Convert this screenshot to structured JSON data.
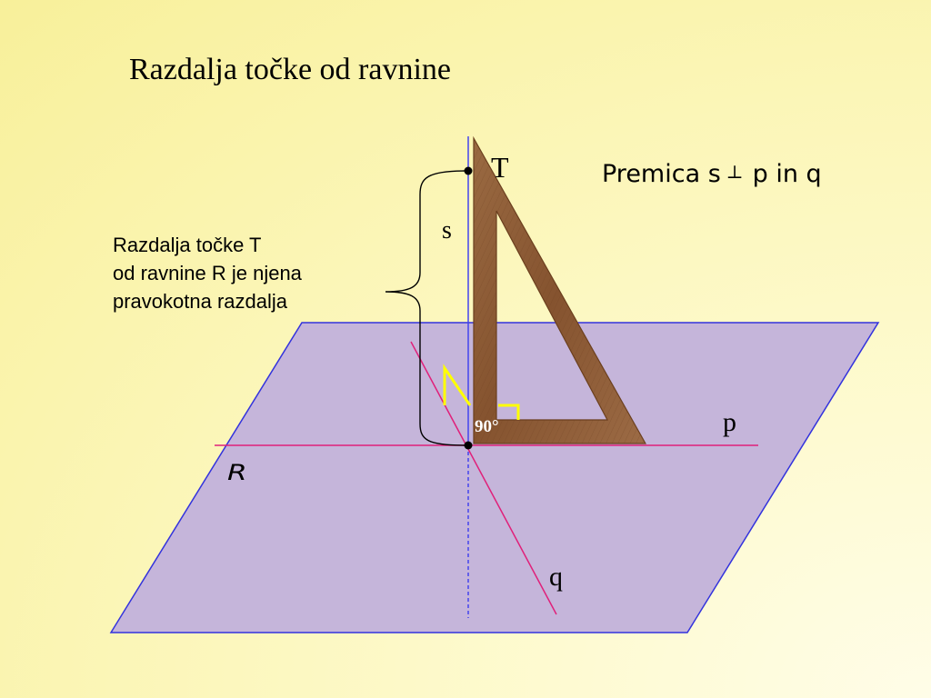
{
  "title": "Razdalja točke od ravnine",
  "explanation": {
    "line1": "Razdalja točke T",
    "line2": "od ravnine R je njena",
    "line3": "pravokotna razdalja"
  },
  "statement": {
    "prefix": "Premica s",
    "symbol": "⊥",
    "suffix": "p in q"
  },
  "labels": {
    "point": "T",
    "line_s": "s",
    "line_p": "p",
    "line_q": "q",
    "plane": "R",
    "angle": "90°"
  },
  "colors": {
    "plane_fill": "#c5b5da",
    "plane_edge": "#3333dd",
    "line_s": "#4444ee",
    "lines_pq": "#e0207a",
    "set_square": "#8c5a35",
    "right_angle_mark": "#ffff00"
  }
}
